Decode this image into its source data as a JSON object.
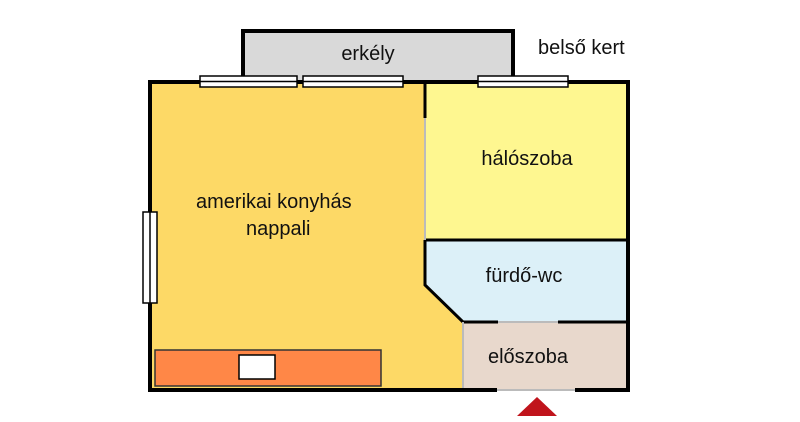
{
  "labels": {
    "balcony": "erkély",
    "garden": "belső kert",
    "bedroom": "hálószoba",
    "living_line1": "amerikai konyhás",
    "living_line2": "nappali",
    "bathroom": "fürdő-wc",
    "hall": "előszoba"
  },
  "colors": {
    "living": "#fdd966",
    "bedroom": "#fef790",
    "bathroom": "#dcf0f8",
    "hall": "#e8d8cc",
    "balcony": "#d9d9d9",
    "kitchen": "#ff8747",
    "entrance": "#c0141c"
  }
}
